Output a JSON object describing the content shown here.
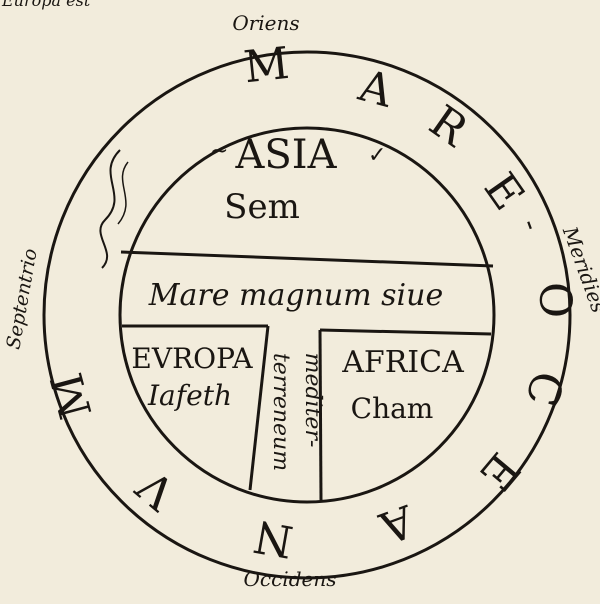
{
  "top_fragment": "Europa est",
  "directions": {
    "oriens": "Oriens",
    "occidens": "Occidens",
    "meridies": "Meridies",
    "septentrio": "Septentrio"
  },
  "ocean": {
    "letters": [
      "M",
      "A",
      "R",
      "E",
      "-",
      "O",
      "C",
      "E",
      "A",
      "N",
      "V",
      "M"
    ]
  },
  "regions": {
    "asia": {
      "name": "ASIA",
      "person": "Sem"
    },
    "europa": {
      "name": "EVROPA",
      "person": "Iafeth"
    },
    "africa": {
      "name": "AFRICA",
      "person": "Cham"
    }
  },
  "sea": {
    "line1": "Mare magnum siue",
    "left_vertical": "terreneum",
    "right_vertical": "mediter-"
  },
  "colors": {
    "paper": "#f2ecdc",
    "ink": "#1a1612"
  }
}
